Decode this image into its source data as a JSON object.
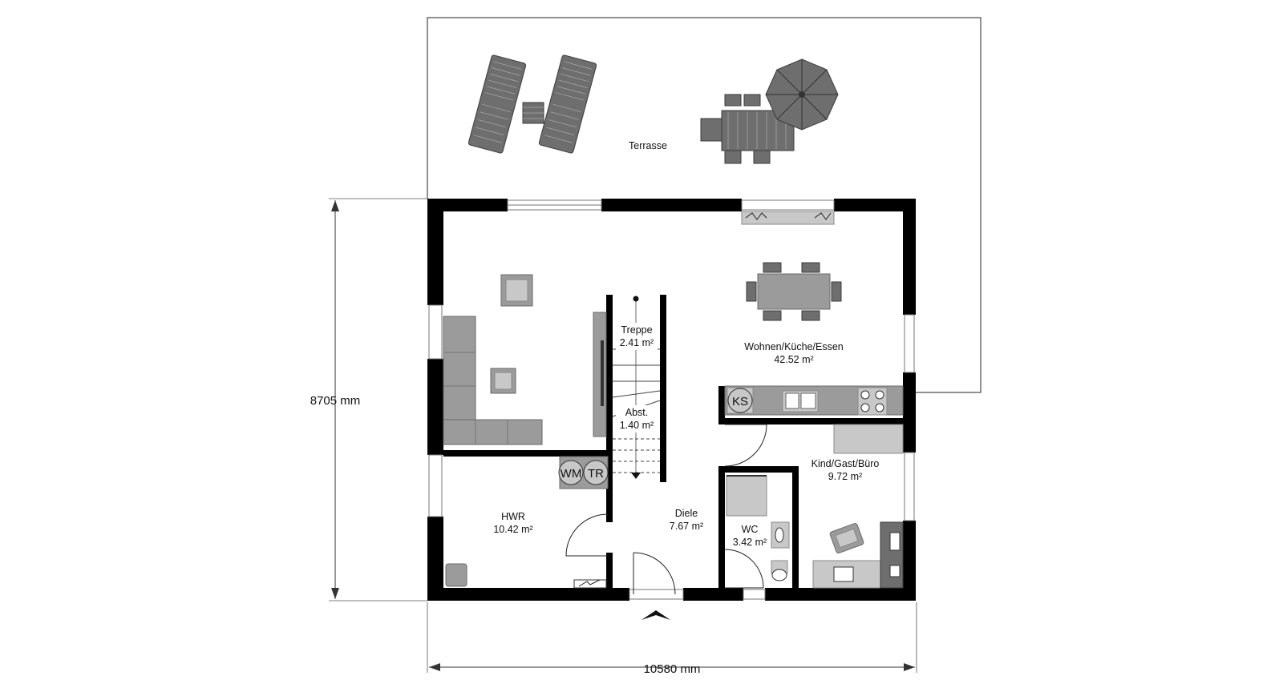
{
  "dimensions": {
    "height": "8705 mm",
    "width": "10580 mm"
  },
  "rooms": {
    "terrasse": {
      "name": "Terrasse"
    },
    "wohnen": {
      "name": "Wohnen/Küche/Essen",
      "area": "42.52 m²"
    },
    "treppe": {
      "name": "Treppe",
      "area": "2.41 m²"
    },
    "abst": {
      "name": "Abst.",
      "area": "1.40 m²"
    },
    "kind": {
      "name": "Kind/Gast/Büro",
      "area": "9.72 m²"
    },
    "hwr": {
      "name": "HWR",
      "area": "10.42 m²"
    },
    "diele": {
      "name": "Diele",
      "area": "7.67 m²"
    },
    "wc": {
      "name": "WC",
      "area": "3.42 m²"
    }
  },
  "appliances": {
    "ks": "KS",
    "wm": "WM",
    "tr": "TR"
  },
  "colors": {
    "wall": "#000000",
    "furniture": "#9b9b9b",
    "furniture_dark": "#6e6e6e",
    "furniture_light": "#c8c8c8",
    "background": "#ffffff"
  }
}
